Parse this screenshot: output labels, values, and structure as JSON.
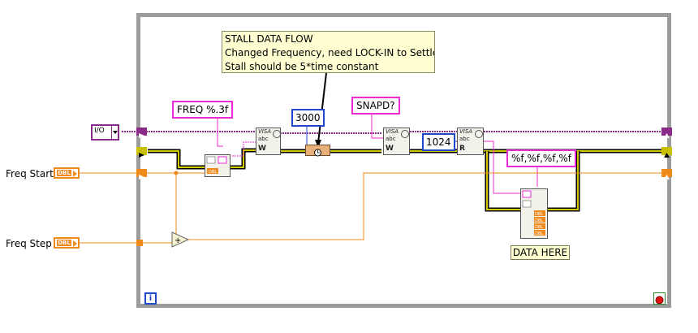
{
  "comment": {
    "line1": "STALL DATA FLOW",
    "line2": "Changed Frequency, need LOCK-IN to Settle",
    "line3": "Stall should be 5*time constant"
  },
  "constants": {
    "freq_format": "FREQ %.3f",
    "wait_ms": "3000",
    "snap_cmd": "SNAPD?",
    "read_count": "1024",
    "scan_format": "%f,%f,%f,%f"
  },
  "controls": {
    "freq_start": "Freq Start",
    "freq_step": "Freq Step",
    "dbl_tag": "DBL"
  },
  "nodes": {
    "visa_label": "VISA",
    "abc_label": "abc",
    "write_letter": "W",
    "read_letter": "R"
  },
  "resource_glyph": "I/O",
  "data_here": "DATA HERE",
  "iteration": "i",
  "colors": {
    "loop_border": "#9c9c9c",
    "string_wire": "#ea2bd6",
    "visa_wire": "#8a2b8a",
    "error_wire": "#c8c000",
    "numeric_wire": "#ef8a1a"
  }
}
